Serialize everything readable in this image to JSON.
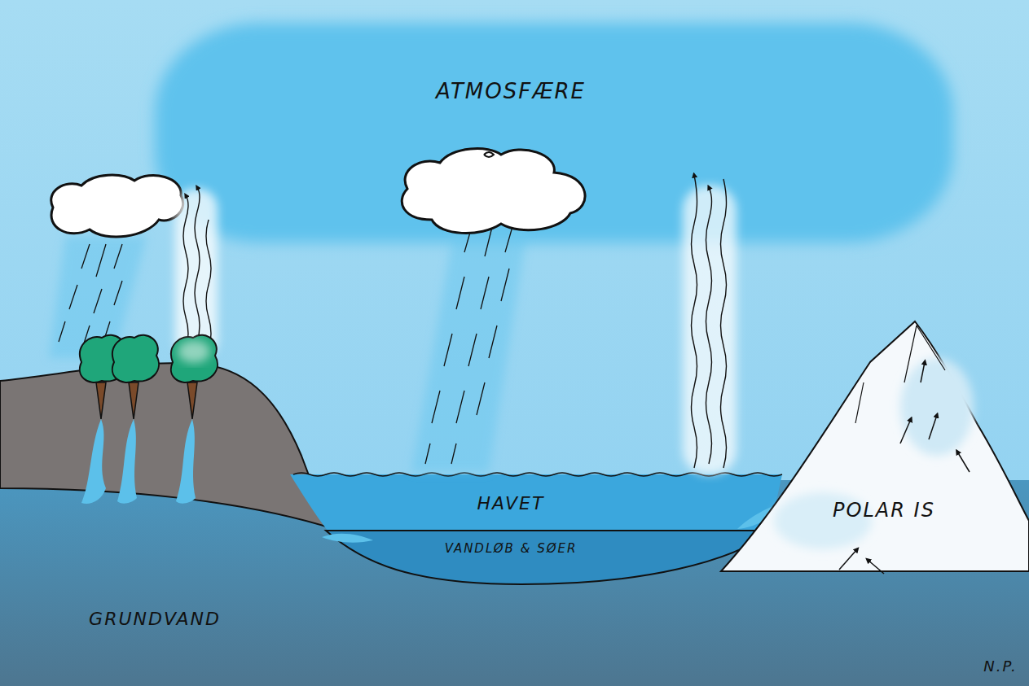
{
  "diagram": {
    "labels": [
      "ATMOSFÆRE",
      "HAVET",
      "VANDLØB & SØER",
      "POLAR IS",
      "GRUNDVAND",
      "N.P."
    ]
  }
}
